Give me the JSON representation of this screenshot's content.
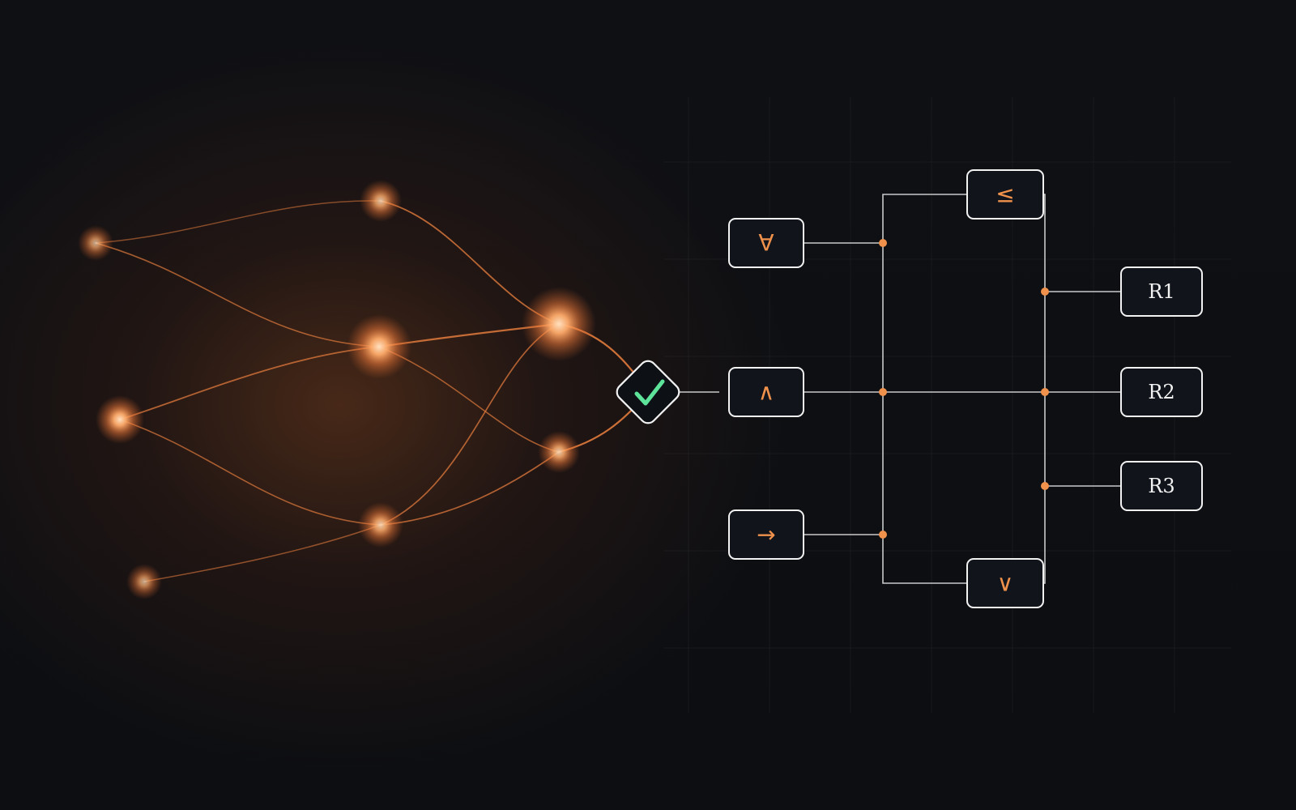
{
  "colors": {
    "accent": "#f0924c",
    "node_glow": "#ff9a55",
    "check": "#5ee39a",
    "box_stroke": "#f2f2f2",
    "box_fill": "#11151b",
    "wire": "#c9c9c9",
    "background": "#0c0e12"
  },
  "verify_node": {
    "icon": "checkmark-icon"
  },
  "operators": {
    "forall": "∀",
    "and": "∧",
    "implies": "→",
    "leq": "≤",
    "or": "∨"
  },
  "results": {
    "r1": "R1",
    "r2": "R2",
    "r3": "R3"
  }
}
